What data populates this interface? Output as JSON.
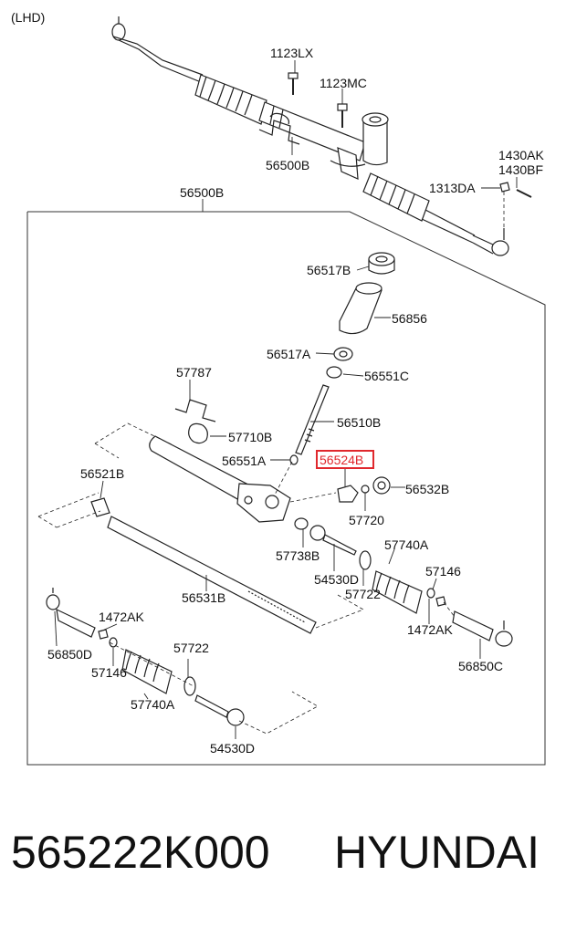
{
  "diagram": {
    "drive_side": "(LHD)",
    "labels": {
      "l_1123LX": "1123LX",
      "l_1123MC": "1123MC",
      "l_56500B_top": "56500B",
      "l_1430AK": "1430AK",
      "l_1430BF": "1430BF",
      "l_1313DA": "1313DA",
      "l_56500B_box": "56500B",
      "l_56517B": "56517B",
      "l_56856": "56856",
      "l_56517A": "56517A",
      "l_57787": "57787",
      "l_56551C": "56551C",
      "l_56510B": "56510B",
      "l_57710B": "57710B",
      "l_56551A": "56551A",
      "l_56521B": "56521B",
      "l_56532B": "56532B",
      "l_57720": "57720",
      "l_57740A_r": "57740A",
      "l_57738B": "57738B",
      "l_54530D_r": "54530D",
      "l_57722_r": "57722",
      "l_57146_r": "57146",
      "l_56531B": "56531B",
      "l_1472AK_l": "1472AK",
      "l_1472AK_r": "1472AK",
      "l_56850D": "56850D",
      "l_57146_l": "57146",
      "l_57722_l": "57722",
      "l_56850C": "56850C",
      "l_57740A_l": "57740A",
      "l_54530D_l": "54530D"
    },
    "highlighted_part": "56524B",
    "highlight_color": "#e0282d"
  },
  "footer": {
    "part_number": "565222K000",
    "brand": "HYUNDAI"
  }
}
